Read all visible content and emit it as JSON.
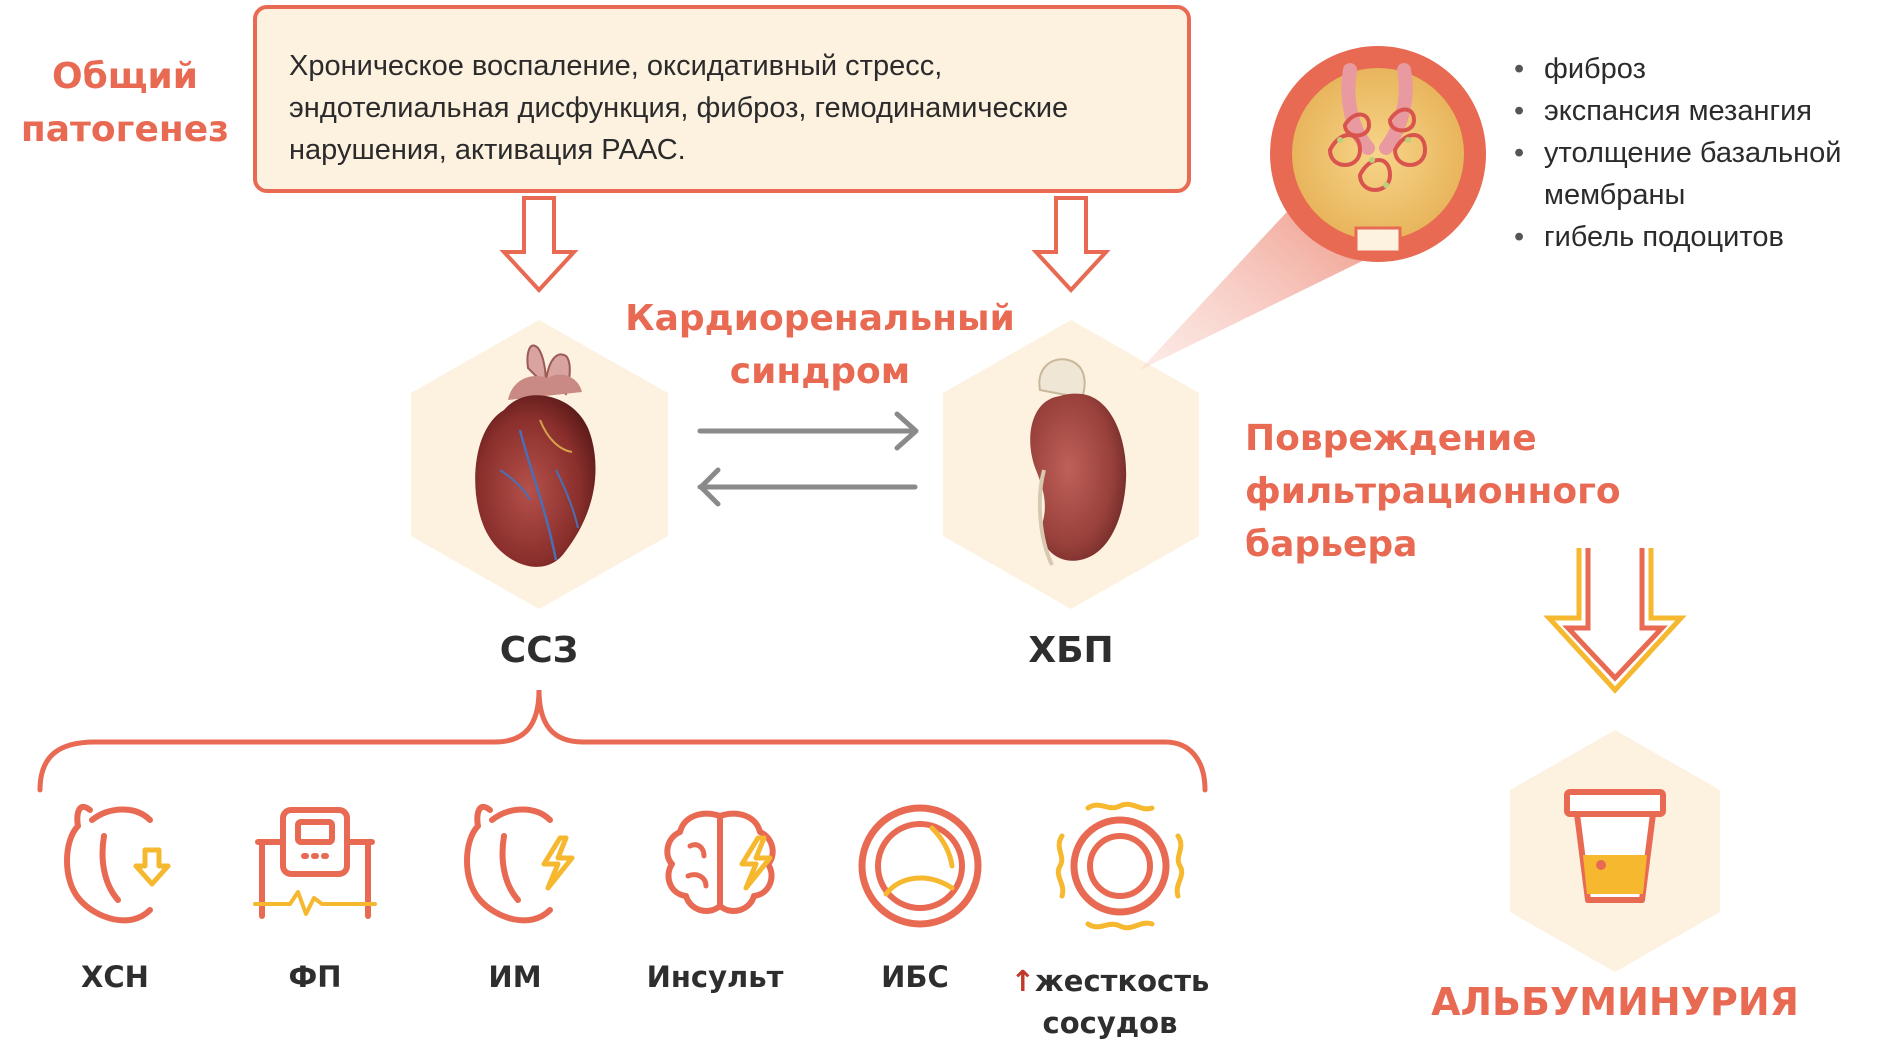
{
  "general_pathogenesis": {
    "line1": "Общий",
    "line2": "патогенез"
  },
  "pathogenesis_box": {
    "line1": "Хроническое воспаление, оксидативный стресс,",
    "line2": "эндотелиальная дисфункция, фиброз, гемодинамические",
    "line3": "нарушения, активация РААС."
  },
  "cardiorenal": {
    "line1": "Кардиоренальный",
    "line2": "синдром"
  },
  "filtration_barrier": {
    "line1": "Повреждение",
    "line2": "фильтрационного барьера"
  },
  "glomerulus_changes": [
    "фиброз",
    "экспансия мезангия",
    "утолщение базальной",
    "мембраны",
    "гибель подоцитов"
  ],
  "cvd_label": "ССЗ",
  "ckd_label": "ХБП",
  "conditions": [
    {
      "label": "ХСН",
      "icon": "heart-down-arrow-icon"
    },
    {
      "label": "ФП",
      "icon": "ecg-monitor-icon"
    },
    {
      "label": "ИМ",
      "icon": "heart-lightning-icon"
    },
    {
      "label": "Инсульт",
      "icon": "brain-lightning-icon"
    },
    {
      "label": "ИБС",
      "icon": "vessel-plaque-icon"
    },
    {
      "label_arrow": "↑",
      "label": "жесткость",
      "label2": "сосудов",
      "icon": "vessel-stiffness-icon"
    }
  ],
  "albuminuria": "АЛЬБУМИНУРИЯ",
  "colors": {
    "accent": "#e86a53",
    "yellow": "#f5b82e",
    "hex_bg": "#fdf1e0",
    "arrow_gray": "#8a8a8a",
    "dark_red": "#c0392b"
  }
}
